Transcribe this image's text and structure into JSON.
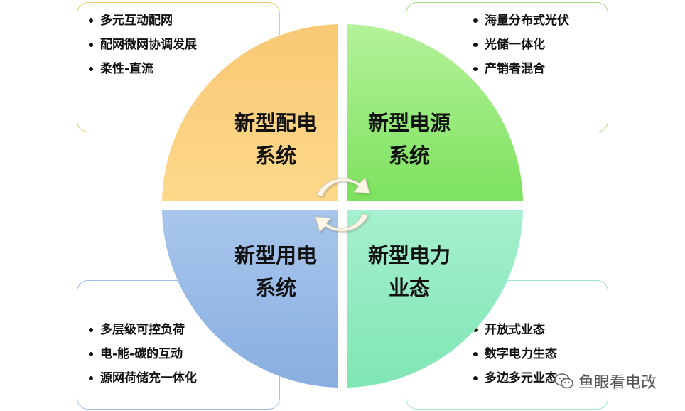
{
  "quadrants": {
    "top_left": {
      "title_line1": "新型配电",
      "title_line2": "系统"
    },
    "top_right": {
      "title_line1": "新型电源",
      "title_line2": "系统"
    },
    "bottom_left": {
      "title_line1": "新型用电",
      "title_line2": "系统"
    },
    "bottom_right": {
      "title_line1": "新型电力",
      "title_line2": "业态"
    }
  },
  "boxes": {
    "top_left": [
      "多元互动配网",
      "配网微网协调发展",
      "柔性-直流"
    ],
    "top_right": [
      "海量分布式光伏",
      "光储一体化",
      "产销者混合"
    ],
    "bottom_left": [
      "多层级可控负荷",
      "电-能-碳的互动",
      "源网荷储充一体化"
    ],
    "bottom_right": [
      "开放式业态",
      "数字电力生态",
      "多边多元业态"
    ]
  },
  "colors": {
    "top_left": "#fbd37e",
    "top_right": "#95eb78",
    "bottom_left": "#9dbde6",
    "bottom_right": "#93ebc0"
  },
  "watermark": {
    "text": "鱼眼看电改",
    "icon": "wechat-icon"
  }
}
